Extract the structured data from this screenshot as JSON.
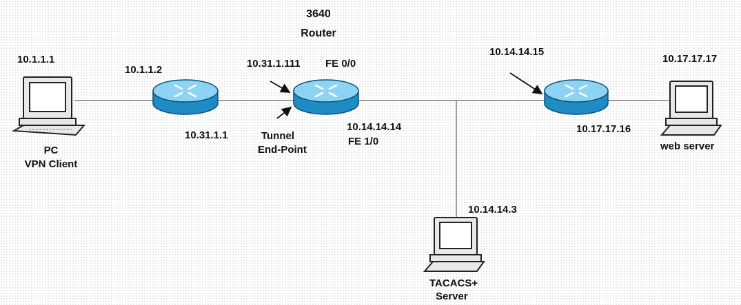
{
  "title": {
    "model": "3640",
    "type": "Router"
  },
  "nodes": {
    "pc": {
      "ip": "10.1.1.1",
      "name_line1": "PC",
      "name_line2": "VPN Client"
    },
    "router_a": {
      "lan_ip": "10.1.1.2",
      "wan_ip": "10.31.1.1"
    },
    "router_3640": {
      "outside_ip": "10.31.1.111",
      "outside_iface": "FE 0/0",
      "inside_ip": "10.14.14.14",
      "inside_iface": "FE 1/0",
      "tunnel_line1": "Tunnel",
      "tunnel_line2": "End-Point"
    },
    "router_c": {
      "inside_ip": "10.14.14.15",
      "server_side_ip": "10.17.17.16"
    },
    "web_server": {
      "ip": "10.17.17.17",
      "name": "web server"
    },
    "tacacs": {
      "ip": "10.14.14.3",
      "name_line1": "TACACS+",
      "name_line2": "Server"
    }
  },
  "colors": {
    "router_body": "#1f8bc4",
    "router_top": "#8fd3f4",
    "link": "#9a9a9a",
    "screen": "#ffffff",
    "device_case": "#e8e8e8"
  }
}
